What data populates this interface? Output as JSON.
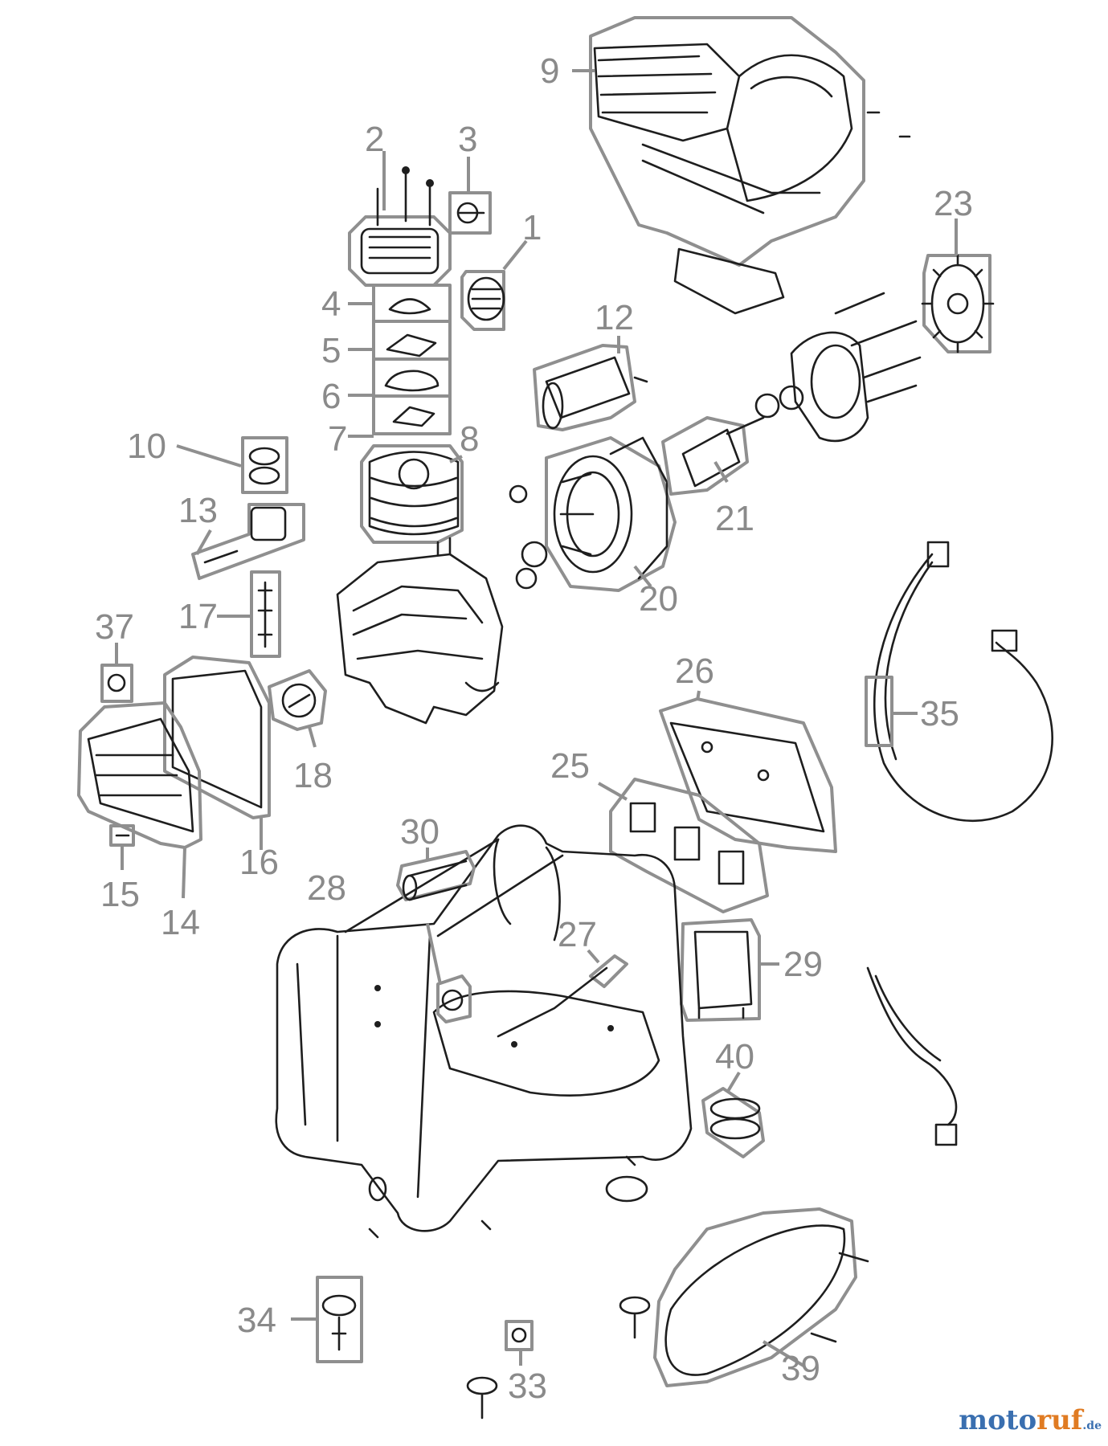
{
  "parts": [
    {
      "id": "p9",
      "label": "9"
    },
    {
      "id": "p2",
      "label": "2"
    },
    {
      "id": "p3",
      "label": "3"
    },
    {
      "id": "p1",
      "label": "1"
    },
    {
      "id": "p4",
      "label": "4"
    },
    {
      "id": "p5",
      "label": "5"
    },
    {
      "id": "p6",
      "label": "6"
    },
    {
      "id": "p7",
      "label": "7"
    },
    {
      "id": "p8",
      "label": "8"
    },
    {
      "id": "p10",
      "label": "10"
    },
    {
      "id": "p13",
      "label": "13"
    },
    {
      "id": "p17",
      "label": "17"
    },
    {
      "id": "p12",
      "label": "12"
    },
    {
      "id": "p21",
      "label": "21"
    },
    {
      "id": "p20",
      "label": "20"
    },
    {
      "id": "p23",
      "label": "23"
    },
    {
      "id": "p37",
      "label": "37"
    },
    {
      "id": "p18",
      "label": "18"
    },
    {
      "id": "p16",
      "label": "16"
    },
    {
      "id": "p15",
      "label": "15"
    },
    {
      "id": "p14",
      "label": "14"
    },
    {
      "id": "p26",
      "label": "26"
    },
    {
      "id": "p25",
      "label": "25"
    },
    {
      "id": "p35",
      "label": "35"
    },
    {
      "id": "p30",
      "label": "30"
    },
    {
      "id": "p28",
      "label": "28"
    },
    {
      "id": "p27",
      "label": "27"
    },
    {
      "id": "p29",
      "label": "29"
    },
    {
      "id": "p40",
      "label": "40"
    },
    {
      "id": "p34",
      "label": "34"
    },
    {
      "id": "p33",
      "label": "33"
    },
    {
      "id": "p39",
      "label": "39"
    }
  ],
  "brand": {
    "part1": "moto",
    "part2": "ruf",
    "suffix": ".de"
  }
}
